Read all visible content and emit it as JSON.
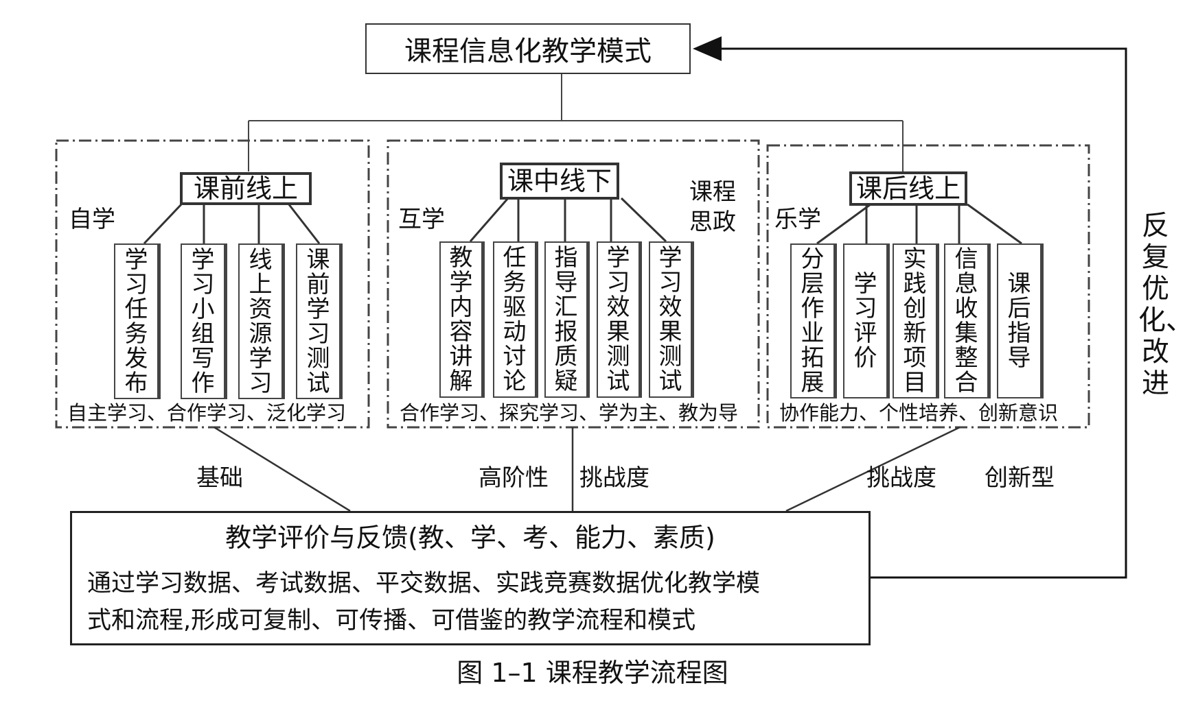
{
  "top": {
    "title": "课程信息化教学模式"
  },
  "sections": [
    {
      "phase": "课前线上",
      "mode": "自学",
      "items": [
        "学习任务发布",
        "学习小组写作",
        "线上资源学习",
        "课前学习测试"
      ],
      "footer": "自主学习、合作学习、泛化学习"
    },
    {
      "phase": "课中线下",
      "mode": "互学",
      "extra": "课程思政",
      "items": [
        "教学内容讲解",
        "任务驱动讨论",
        "指导汇报质疑",
        "学习效果测试",
        "学习效果测试"
      ],
      "footer": "合作学习、探究学习、学为主、教为导"
    },
    {
      "phase": "课后线上",
      "mode": "乐学",
      "items": [
        "分层作业拓展",
        "学习评价",
        "实践创新项目",
        "信息收集整合",
        "课后指导"
      ],
      "footer": "协作能力、个性培养、创新意识"
    }
  ],
  "connectors": {
    "left": "基础",
    "middle_a": "高阶性",
    "middle_b": "挑战度",
    "right_a": "挑战度",
    "right_b": "创新型"
  },
  "evaluation": {
    "title": "教学评价与反馈(教、学、考、能力、素质)",
    "line1": "通过学习数据、考试数据、平交数据、实践竞赛数据优化教学模",
    "line2": "式和流程,形成可复制、可传播、可借鉴的教学流程和模式"
  },
  "feedback": "反复优化、改进",
  "caption": "图 1–1 课程教学流程图"
}
